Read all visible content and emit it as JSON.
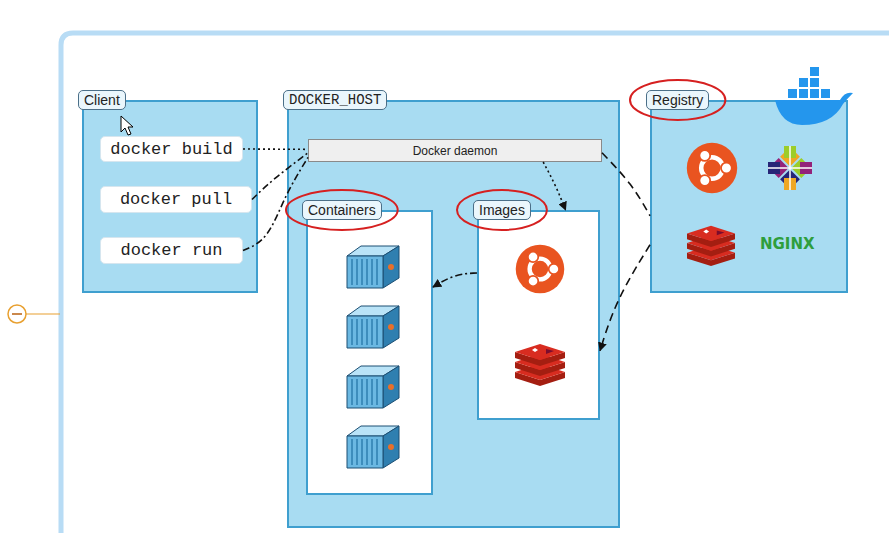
{
  "diagram": {
    "nodes": [
      {
        "text": [
          "Client"
        ]
      },
      {
        "text": [
          "docker build"
        ],
        "in": 0
      },
      {
        "text": [
          "docker pull"
        ],
        "in": 0
      },
      {
        "text": [
          "docker run"
        ],
        "in": 0
      },
      {
        "text": [
          "DOCKER_HOST"
        ]
      },
      {
        "text": [
          "Docker daemon"
        ],
        "in": 4
      },
      {
        "text": [
          "Containers"
        ],
        "in": 4
      },
      {
        "text": [
          "Images"
        ],
        "in": 4
      },
      {
        "text": [
          "Registry"
        ]
      }
    ],
    "edges": [
      {
        "from": 1,
        "to": 5,
        "arrow": "none"
      },
      {
        "from": 2,
        "to": 5,
        "arrow": "none"
      },
      {
        "from": 3,
        "to": 5,
        "arrow": "none"
      },
      {
        "from": 5,
        "to": 7,
        "arrow": "to"
      },
      {
        "from": 5,
        "to": 8,
        "arrow": "none"
      },
      {
        "from": 8,
        "to": 7,
        "arrow": "to"
      },
      {
        "from": 7,
        "to": 6,
        "arrow": "to"
      }
    ],
    "labels": [
      "NGINX"
    ]
  }
}
